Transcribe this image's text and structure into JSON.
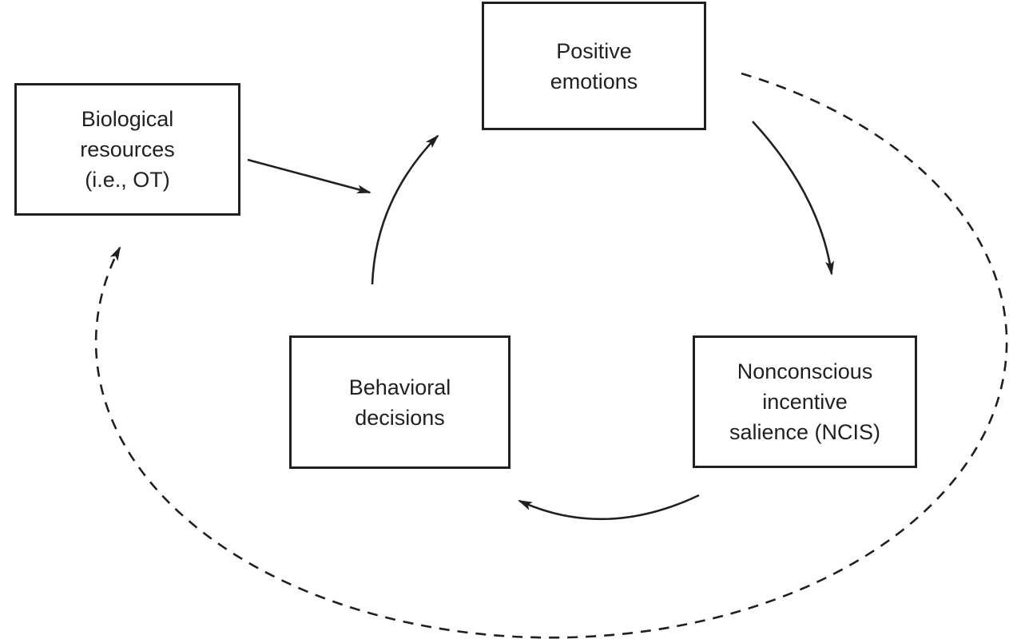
{
  "diagram": {
    "title": "",
    "nodes": {
      "biological_resources": {
        "label": "Biological resources (i.e., OT)",
        "lines": [
          "Biological",
          "resources",
          "(i.e., OT)"
        ]
      },
      "positive_emotions": {
        "label": "Positive emotions",
        "lines": [
          "Positive",
          "emotions"
        ]
      },
      "behavioral_decisions": {
        "label": "Behavioral decisions",
        "lines": [
          "Behavioral",
          "decisions"
        ]
      },
      "ncis": {
        "label": "Nonconscious incentive salience (NCIS)",
        "lines": [
          "Nonconscious",
          "incentive",
          "salience (NCIS)"
        ]
      }
    },
    "edges": [
      {
        "from": "biological_resources",
        "to": "positive_emotions",
        "style": "solid",
        "shape": "straight"
      },
      {
        "from": "behavioral_decisions",
        "to": "positive_emotions",
        "style": "solid",
        "shape": "curved"
      },
      {
        "from": "positive_emotions",
        "to": "ncis",
        "style": "solid",
        "shape": "curved"
      },
      {
        "from": "ncis",
        "to": "behavioral_decisions",
        "style": "solid",
        "shape": "curved"
      },
      {
        "from": "positive_emotions",
        "to": "biological_resources",
        "style": "dashed",
        "shape": "large-ellipse-feedback"
      }
    ]
  },
  "colors": {
    "line": "#231f20",
    "background": "#ffffff"
  }
}
